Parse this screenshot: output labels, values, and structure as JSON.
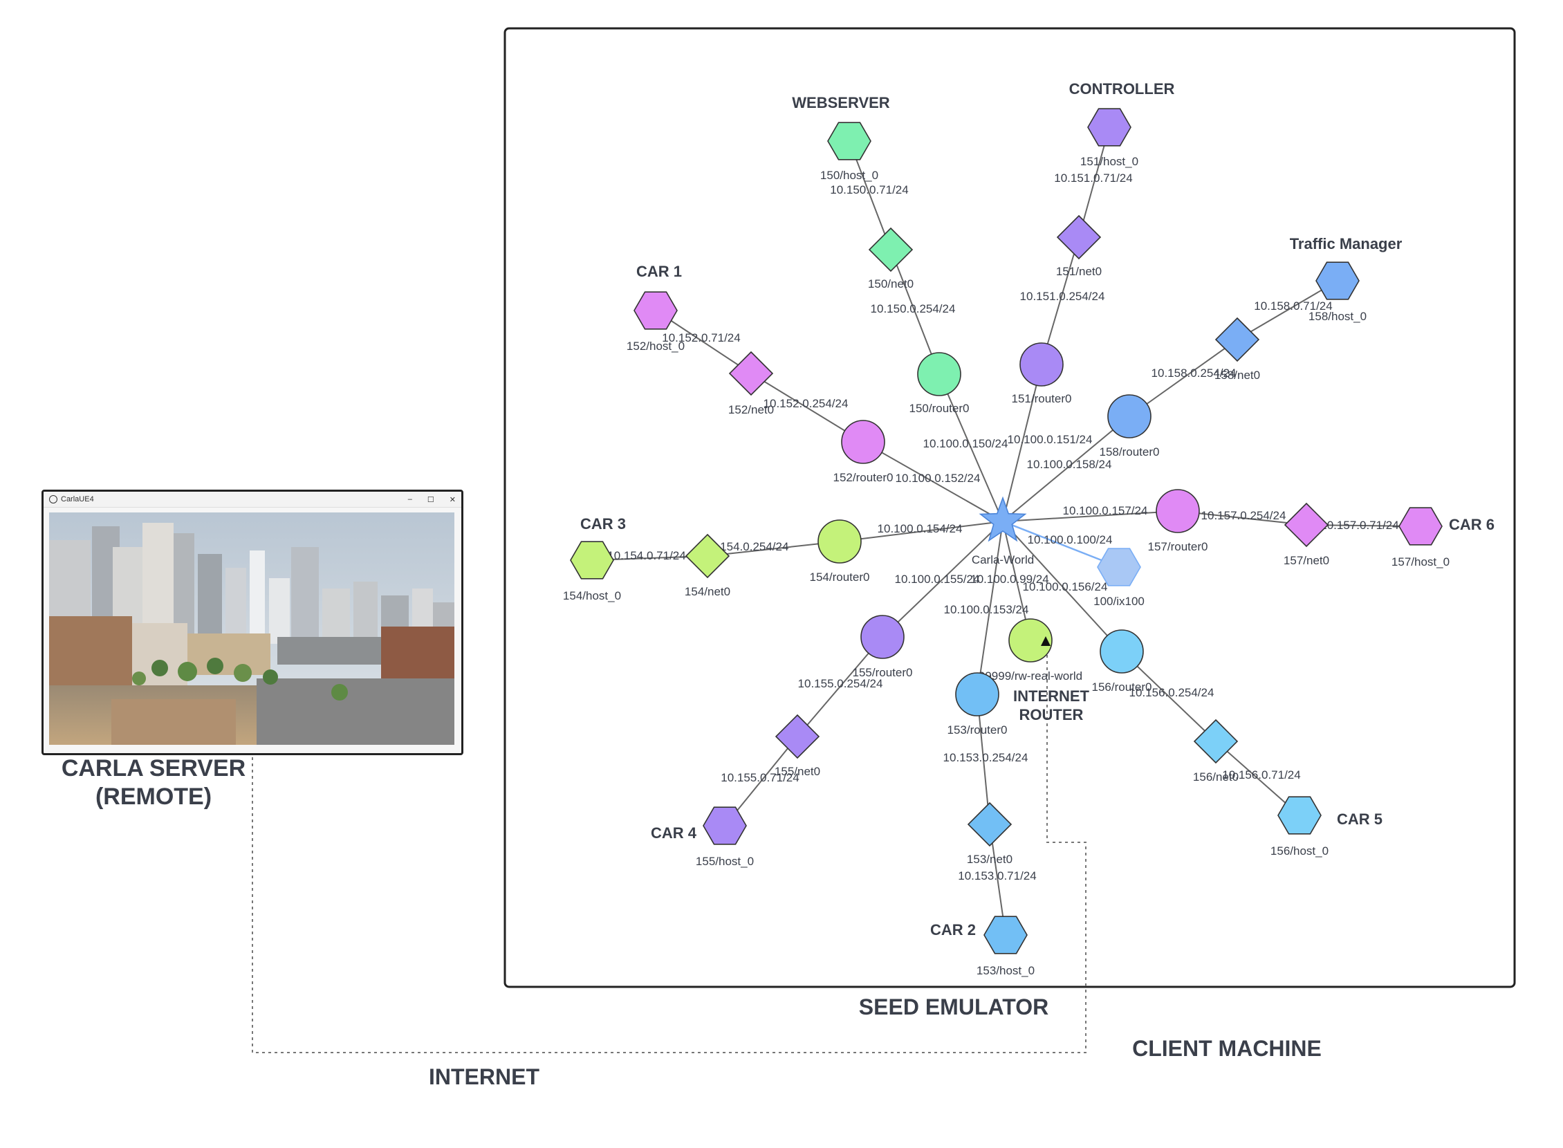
{
  "labels": {
    "carla_server_line1": "CARLA SERVER",
    "carla_server_line2": "(REMOTE)",
    "seed_emulator": "SEED EMULATOR",
    "client_machine": "CLIENT MACHINE",
    "internet": "INTERNET",
    "internet_router_line1": "INTERNET",
    "internet_router_line2": "ROUTER",
    "carla_window_title": "CarlaUE4",
    "win_min": "–",
    "win_max": "☐",
    "win_close": "✕"
  },
  "group_labels": {
    "webserver": "WEBSERVER",
    "controller": "CONTROLLER",
    "traffic_manager": "Traffic Manager",
    "car1": "CAR 1",
    "car2": "CAR 2",
    "car3": "CAR 3",
    "car4": "CAR 4",
    "car5": "CAR 5",
    "car6": "CAR 6"
  },
  "nodes": [
    {
      "id": "carla-world",
      "label": "Carla-World",
      "shape": "star",
      "color": "#7aaef5"
    },
    {
      "id": "ix100",
      "label": "100/ix100",
      "shape": "hexagon",
      "color": "#a9c8f5"
    },
    {
      "id": "rw",
      "label": "99999/rw-real-world",
      "shape": "circle",
      "color": "#c4f27a"
    },
    {
      "id": "r150",
      "label": "150/router0",
      "shape": "circle",
      "color": "#7ef0b0"
    },
    {
      "id": "n150",
      "label": "150/net0",
      "shape": "diamond",
      "color": "#7ef0b0"
    },
    {
      "id": "h150",
      "label": "150/host_0",
      "shape": "hexagon",
      "color": "#7ef0b0"
    },
    {
      "id": "r151",
      "label": "151/router0",
      "shape": "circle",
      "color": "#a98af5"
    },
    {
      "id": "n151",
      "label": "151/net0",
      "shape": "diamond",
      "color": "#a98af5"
    },
    {
      "id": "h151",
      "label": "151/host_0",
      "shape": "hexagon",
      "color": "#a98af5"
    },
    {
      "id": "r152",
      "label": "152/router0",
      "shape": "circle",
      "color": "#e08af5"
    },
    {
      "id": "n152",
      "label": "152/net0",
      "shape": "diamond",
      "color": "#e08af5"
    },
    {
      "id": "h152",
      "label": "152/host_0",
      "shape": "hexagon",
      "color": "#e08af5"
    },
    {
      "id": "r153",
      "label": "153/router0",
      "shape": "circle",
      "color": "#72bff5"
    },
    {
      "id": "n153",
      "label": "153/net0",
      "shape": "diamond",
      "color": "#72bff5"
    },
    {
      "id": "h153",
      "label": "153/host_0",
      "shape": "hexagon",
      "color": "#72bff5"
    },
    {
      "id": "r154",
      "label": "154/router0",
      "shape": "circle",
      "color": "#c4f27a"
    },
    {
      "id": "n154",
      "label": "154/net0",
      "shape": "diamond",
      "color": "#c4f27a"
    },
    {
      "id": "h154",
      "label": "154/host_0",
      "shape": "hexagon",
      "color": "#c4f27a"
    },
    {
      "id": "r155",
      "label": "155/router0",
      "shape": "circle",
      "color": "#a98af5"
    },
    {
      "id": "n155",
      "label": "155/net0",
      "shape": "diamond",
      "color": "#a98af5"
    },
    {
      "id": "h155",
      "label": "155/host_0",
      "shape": "hexagon",
      "color": "#a98af5"
    },
    {
      "id": "r156",
      "label": "156/router0",
      "shape": "circle",
      "color": "#7cd0f8"
    },
    {
      "id": "n156",
      "label": "156/net0",
      "shape": "diamond",
      "color": "#7cd0f8"
    },
    {
      "id": "h156",
      "label": "156/host_0",
      "shape": "hexagon",
      "color": "#7cd0f8"
    },
    {
      "id": "r157",
      "label": "157/router0",
      "shape": "circle",
      "color": "#e08af5"
    },
    {
      "id": "n157",
      "label": "157/net0",
      "shape": "diamond",
      "color": "#e08af5"
    },
    {
      "id": "h157",
      "label": "157/host_0",
      "shape": "hexagon",
      "color": "#e08af5"
    },
    {
      "id": "r158",
      "label": "158/router0",
      "shape": "circle",
      "color": "#7aaef5"
    },
    {
      "id": "n158",
      "label": "158/net0",
      "shape": "diamond",
      "color": "#7aaef5"
    },
    {
      "id": "h158",
      "label": "158/host_0",
      "shape": "hexagon",
      "color": "#7aaef5"
    }
  ],
  "edges": [
    {
      "from": "carla-world",
      "to": "r150",
      "label": "10.100.0.150/24"
    },
    {
      "from": "carla-world",
      "to": "r151",
      "label": "10.100.0.151/24"
    },
    {
      "from": "carla-world",
      "to": "r152",
      "label": "10.100.0.152/24"
    },
    {
      "from": "carla-world",
      "to": "r153",
      "label": "10.100.0.153/24"
    },
    {
      "from": "carla-world",
      "to": "r154",
      "label": "10.100.0.154/24"
    },
    {
      "from": "carla-world",
      "to": "r155",
      "label": "10.100.0.155/24"
    },
    {
      "from": "carla-world",
      "to": "r156",
      "label": "10.100.0.156/24"
    },
    {
      "from": "carla-world",
      "to": "r157",
      "label": "10.100.0.157/24"
    },
    {
      "from": "carla-world",
      "to": "r158",
      "label": "10.100.0.158/24"
    },
    {
      "from": "carla-world",
      "to": "ix100",
      "label": "10.100.0.100/24",
      "highlight": true
    },
    {
      "from": "carla-world",
      "to": "rw",
      "label": "10.100.0.99/24"
    },
    {
      "from": "r150",
      "to": "n150",
      "label": "10.150.0.254/24"
    },
    {
      "from": "n150",
      "to": "h150",
      "label": "10.150.0.71/24"
    },
    {
      "from": "r151",
      "to": "n151",
      "label": "10.151.0.254/24"
    },
    {
      "from": "n151",
      "to": "h151",
      "label": "10.151.0.71/24"
    },
    {
      "from": "r152",
      "to": "n152",
      "label": "10.152.0.254/24"
    },
    {
      "from": "n152",
      "to": "h152",
      "label": "10.152.0.71/24"
    },
    {
      "from": "r153",
      "to": "n153",
      "label": "10.153.0.254/24"
    },
    {
      "from": "n153",
      "to": "h153",
      "label": "10.153.0.71/24"
    },
    {
      "from": "r154",
      "to": "n154",
      "label": "10.154.0.254/24"
    },
    {
      "from": "n154",
      "to": "h154",
      "label": "10.154.0.71/24"
    },
    {
      "from": "r155",
      "to": "n155",
      "label": "10.155.0.254/24"
    },
    {
      "from": "n155",
      "to": "h155",
      "label": "10.155.0.71/24"
    },
    {
      "from": "r156",
      "to": "n156",
      "label": "10.156.0.254/24"
    },
    {
      "from": "n156",
      "to": "h156",
      "label": "10.156.0.71/24"
    },
    {
      "from": "r157",
      "to": "n157",
      "label": "10.157.0.254/24"
    },
    {
      "from": "n157",
      "to": "h157",
      "label": "10.157.0.71/24"
    },
    {
      "from": "r158",
      "to": "n158",
      "label": "10.158.0.254/24"
    },
    {
      "from": "n158",
      "to": "h158",
      "label": "10.158.0.71/24"
    }
  ],
  "colors": {
    "edge": "#666666",
    "highlight_edge": "#7aaef5",
    "label_text": "#3a3f4a",
    "node_stroke": "#333333",
    "frame": "#222222"
  }
}
